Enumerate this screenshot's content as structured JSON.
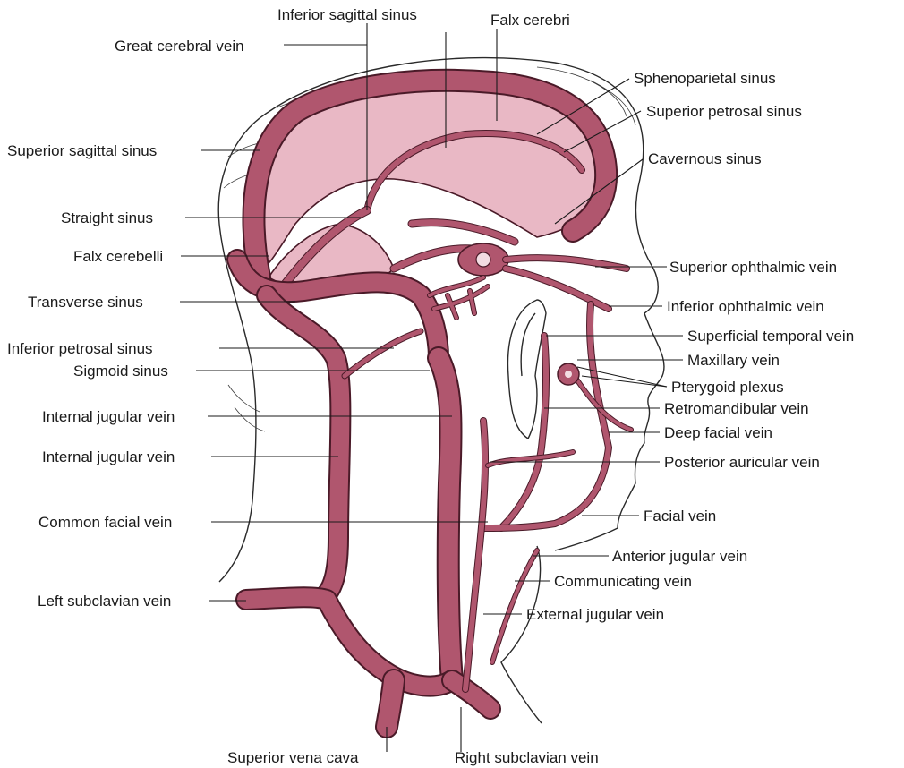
{
  "labels": {
    "inferior_sagittal_sinus": "Inferior sagittal sinus",
    "falx_cerebri": "Falx cerebri",
    "great_cerebral_vein": "Great cerebral vein",
    "sphenoparietal_sinus": "Sphenoparietal sinus",
    "superior_petrosal_sinus": "Superior petrosal sinus",
    "superior_sagittal_sinus": "Superior sagittal sinus",
    "cavernous_sinus": "Cavernous sinus",
    "straight_sinus": "Straight sinus",
    "falx_cerebelli": "Falx cerebelli",
    "superior_ophthalmic_vein": "Superior ophthalmic vein",
    "transverse_sinus": "Transverse sinus",
    "inferior_ophthalmic_vein": "Inferior ophthalmic vein",
    "inferior_petrosal_sinus": "Inferior petrosal sinus",
    "superficial_temporal_vein": "Superficial temporal vein",
    "sigmoid_sinus": "Sigmoid sinus",
    "maxillary_vein": "Maxillary vein",
    "pterygoid_plexus": "Pterygoid plexus",
    "internal_jugular_vein_1": "Internal jugular vein",
    "retromandibular_vein": "Retromandibular vein",
    "deep_facial_vein": "Deep facial vein",
    "internal_jugular_vein_2": "Internal jugular vein",
    "posterior_auricular_vein": "Posterior auricular vein",
    "common_facial_vein": "Common facial vein",
    "facial_vein": "Facial vein",
    "anterior_jugular_vein": "Anterior jugular vein",
    "communicating_vein": "Communicating vein",
    "left_subclavian_vein": "Left subclavian vein",
    "external_jugular_vein": "External jugular vein",
    "superior_vena_cava": "Superior vena cava",
    "right_subclavian_vein": "Right subclavian vein"
  },
  "colors": {
    "vein": "#b0566e",
    "vein_edge": "#4a1a28",
    "sinus_membrane": "#e9b8c5",
    "line": "#1a1a1a"
  }
}
